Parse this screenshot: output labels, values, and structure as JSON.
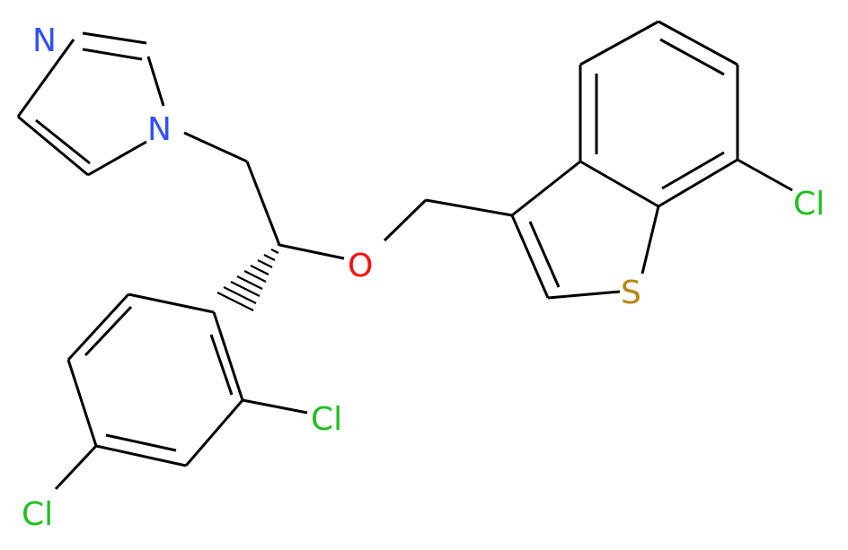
{
  "molecule": {
    "atom_labels": {
      "n_top": "N",
      "n_right": "N",
      "oxygen": "O",
      "sulfur": "S",
      "cl_benzothiophene": "Cl",
      "cl_ring_ortho": "Cl",
      "cl_ring_para": "Cl"
    },
    "colors": {
      "nitrogen": "#3050F8",
      "oxygen": "#FF0D0D",
      "sulfur": "#B8860B",
      "chlorine": "#1FBF1F",
      "bond": "#000000"
    }
  }
}
